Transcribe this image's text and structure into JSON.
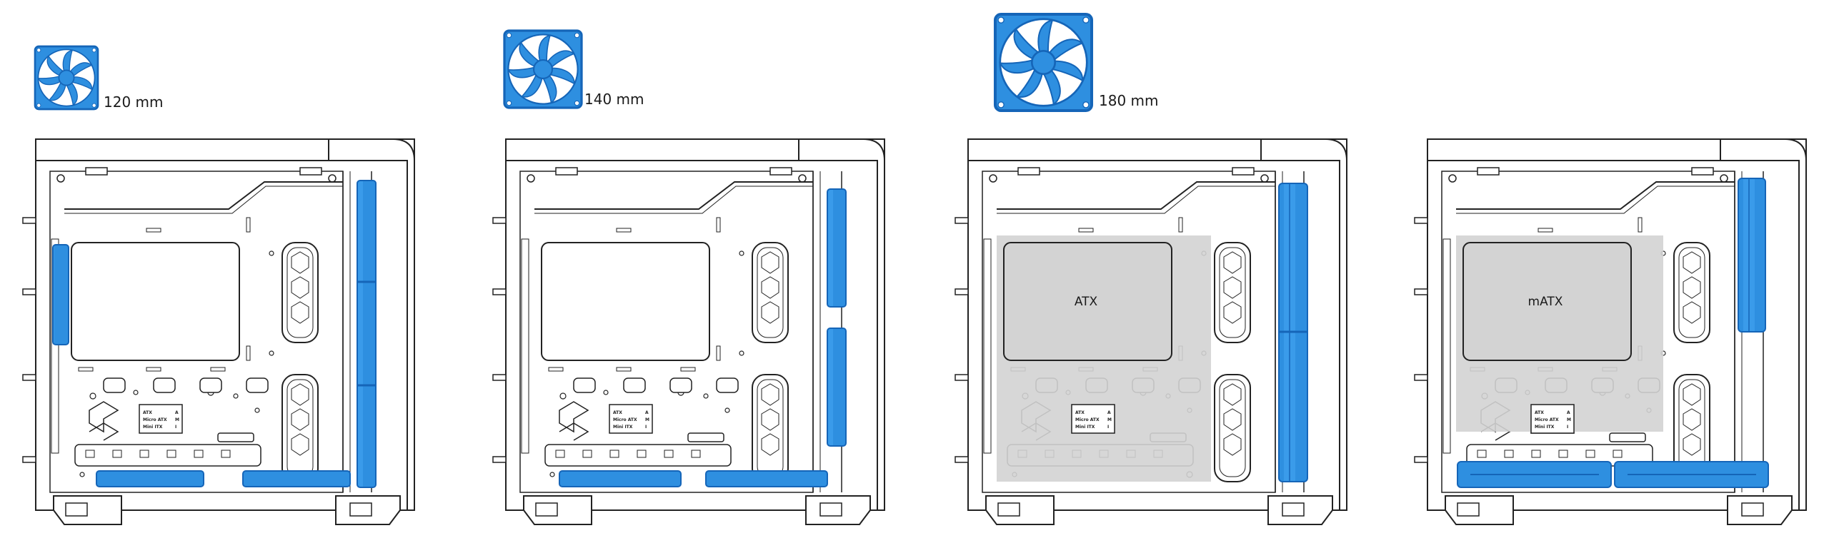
{
  "fans": [
    {
      "label": "120 mm"
    },
    {
      "label": "140 mm"
    },
    {
      "label": "180 mm"
    }
  ],
  "boards": [
    {
      "label": "ATX"
    },
    {
      "label": "mATX"
    }
  ],
  "form_factor_chart": {
    "row1": "ATX",
    "row2": "Micro ATX",
    "row3": "Mini ITX",
    "col1": "A",
    "col2": "M",
    "col3": "I"
  },
  "colors": {
    "fan_blue": "#2E8FE0",
    "fan_blue_dark": "#1565B8",
    "line": "#222222",
    "board_fill": "#D3D3D3"
  }
}
